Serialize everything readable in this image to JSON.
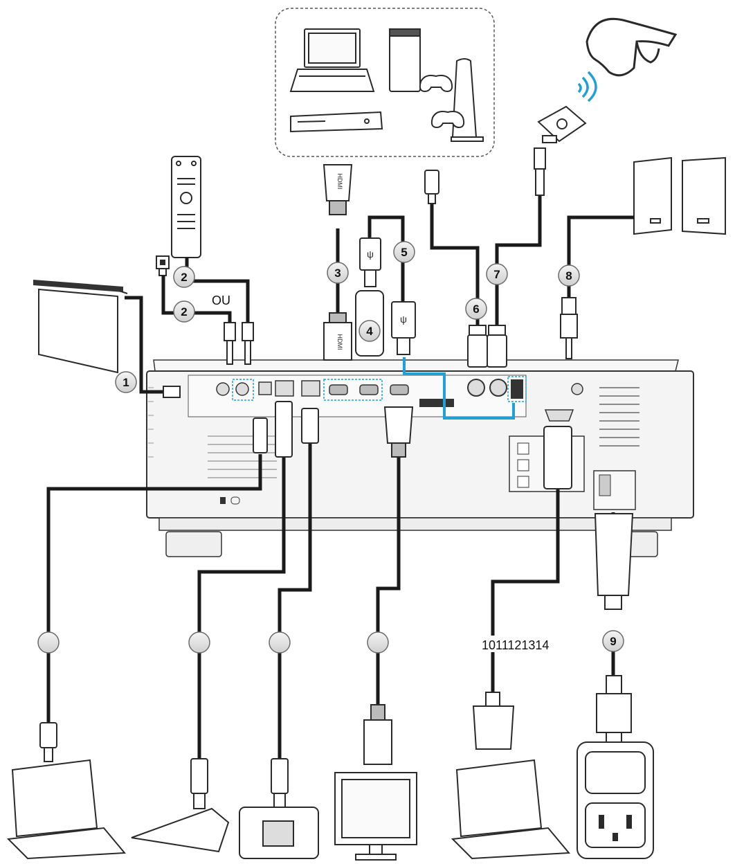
{
  "colors": {
    "cable": "#1a1a1a",
    "blue_link": "#1fa0d8",
    "device_stroke": "#2a2a2a",
    "device_fill": "#ffffff",
    "projector_fill": "#f4f4f4",
    "badge_fill": "#e6e6e6",
    "badge_stroke": "#6a6a6a"
  },
  "labels": {
    "or_text": "OU",
    "top_badges": {
      "b1": "1",
      "b2a": "2",
      "b2b": "2",
      "b3": "3",
      "b4": "4",
      "b5": "5",
      "b6": "6",
      "b7": "7",
      "b8": "8"
    },
    "bottom_badges": {
      "b9": "9",
      "vga_group": "1011121314",
      "usb_service": "",
      "lan_control": "",
      "rj45_hdbaset": "",
      "hdmi_out": ""
    }
  },
  "icons": [
    "projection-screen-icon",
    "remote-control-icon",
    "wired-remote-plug-icon",
    "laptop-icon",
    "game-console-icon",
    "gamepad-icon",
    "dvd-player-icon",
    "3d-glasses-icon",
    "wifi-signal-icon",
    "3d-emitter-icon",
    "speakers-icon",
    "hdmi-connector-icon",
    "usb-connector-icon",
    "hdmi-dongle-icon",
    "bnc-connector-icon",
    "audio-jack-icon",
    "rj45-connector-icon",
    "vga-connector-icon",
    "power-plug-icon",
    "power-outlet-icon",
    "monitor-icon",
    "hdbaset-box-icon",
    "network-wall-jack-icon"
  ]
}
